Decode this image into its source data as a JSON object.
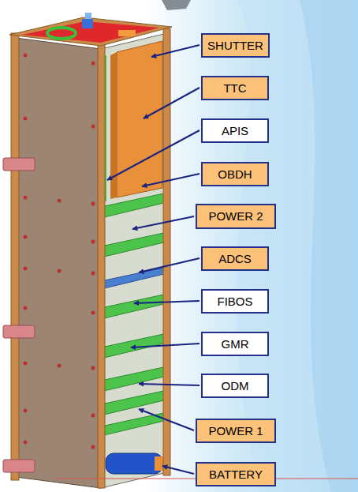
{
  "diagram": {
    "nodes": [
      {
        "text": [
          "SHUTTER"
        ]
      },
      {
        "text": [
          "TTC"
        ]
      },
      {
        "text": [
          "APIS"
        ]
      },
      {
        "text": [
          "OBDH"
        ]
      },
      {
        "text": [
          "POWER 2"
        ]
      },
      {
        "text": [
          "ADCS"
        ]
      },
      {
        "text": [
          "FIBOS"
        ]
      },
      {
        "text": [
          "GMR"
        ]
      },
      {
        "text": [
          "ODM"
        ]
      },
      {
        "text": [
          "POWER 1"
        ]
      },
      {
        "text": [
          "BATTERY"
        ]
      }
    ]
  }
}
